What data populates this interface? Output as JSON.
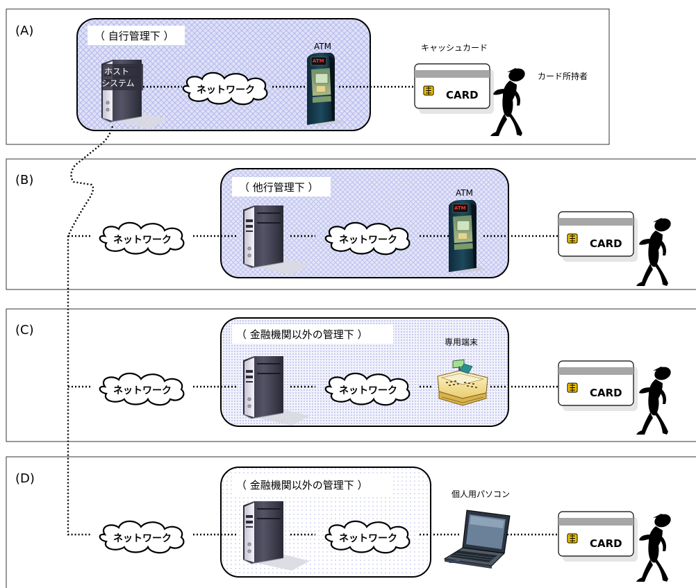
{
  "panels": [
    {
      "label": "(A)",
      "region": "（ 自行管理下 ）",
      "device": "ATM",
      "host_label_line1": "ホスト",
      "host_label_line2": "システム",
      "card_title": "キャッシュカード",
      "holder": "カード所持者"
    },
    {
      "label": "(B)",
      "region": "（ 他行管理下 ）",
      "device": "ATM"
    },
    {
      "label": "(C)",
      "region": "（ 金融機関以外の管理下 ）",
      "device": "専用端末"
    },
    {
      "label": "(D)",
      "region": "（ 金融機関以外の管理下 ）",
      "device": "個人用パソコン"
    }
  ],
  "network_label": "ネットワーク",
  "card_label": "CARD",
  "atm_screen_text": "ATM",
  "colors": {
    "border": "#000000",
    "region_fill": "#d7d9f5",
    "region_fill_c": "#e0e2f6",
    "region_fill_d": "#eceef8",
    "panel_border": "#333333"
  }
}
